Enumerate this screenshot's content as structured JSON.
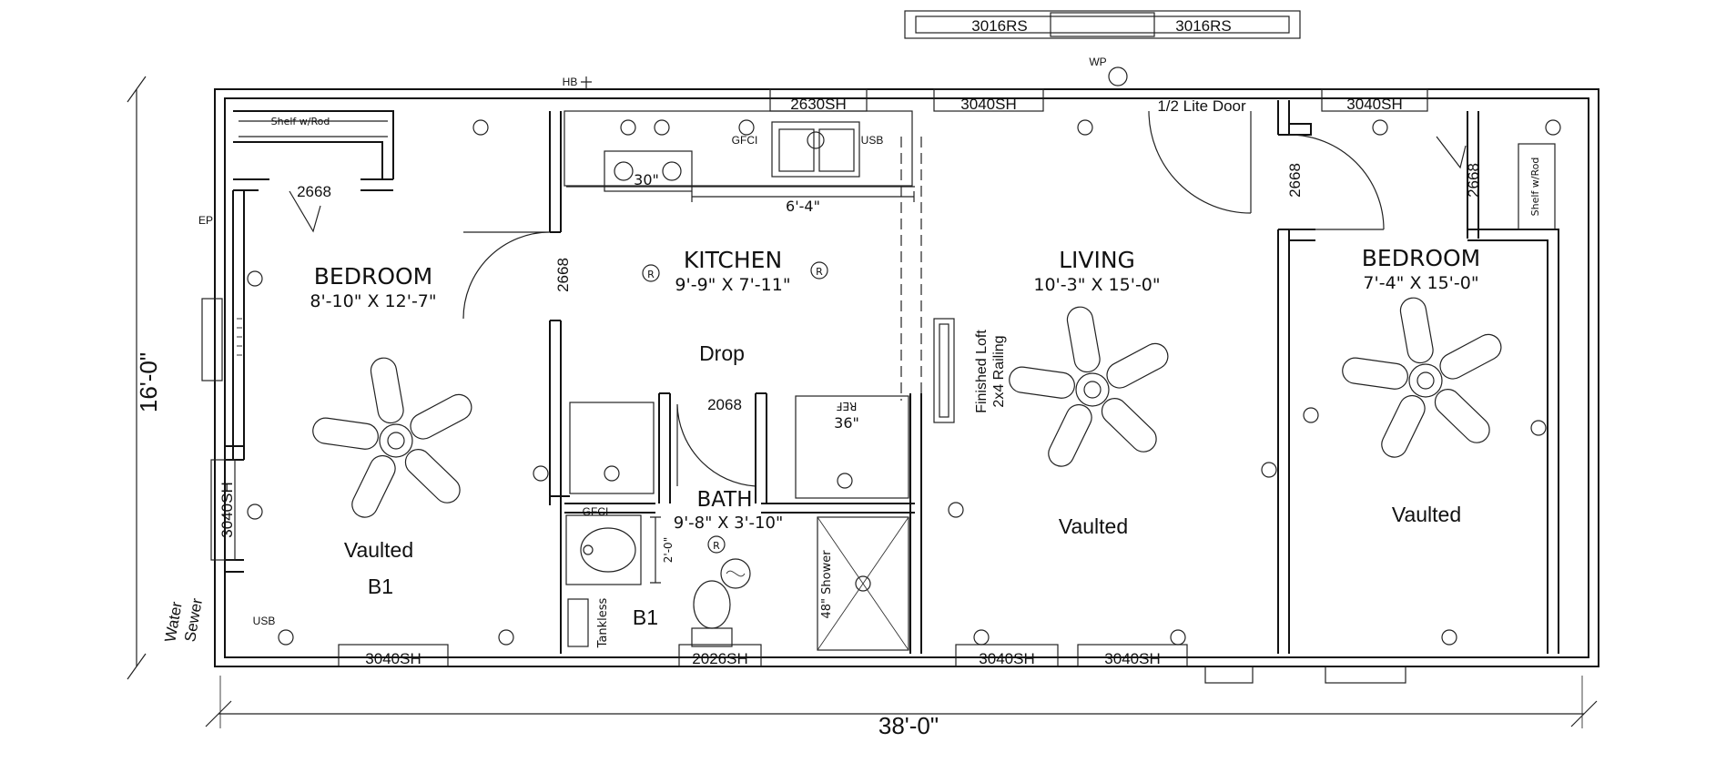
{
  "overall": {
    "width": "38'-0\"",
    "depth": "16'-0\""
  },
  "rooms": {
    "bedroom_left": {
      "name": "BEDROOM",
      "size": "8'-10\" X 12'-7\"",
      "ceiling": "Vaulted",
      "tag": "B1"
    },
    "kitchen": {
      "name": "KITCHEN",
      "size": "9'-9\" X 7'-11\"",
      "ceiling": "Drop"
    },
    "bath": {
      "name": "BATH",
      "size": "9'-8\" X 3'-10\"",
      "tag": "B1"
    },
    "living": {
      "name": "LIVING",
      "size": "10'-3\" X 15'-0\"",
      "ceiling": "Vaulted"
    },
    "bedroom_right": {
      "name": "BEDROOM",
      "size": "7'-4\" X 15'-0\"",
      "ceiling": "Vaulted"
    }
  },
  "windows": {
    "top_kitchen": "2630SH",
    "top_living": "3040SH",
    "top_right": "3040SH",
    "left_wall": "3040SH",
    "bottom_left": "3040SH",
    "bottom_bath": "2026SH",
    "bottom_living_1": "3040SH",
    "bottom_living_2": "3040SH",
    "legend_1": "3016RS",
    "legend_2": "3016RS"
  },
  "doors": {
    "front": "1/2 Lite Door",
    "bed_left_closet": "2668",
    "bed_left_entry": "2668",
    "bath_entry": "2068",
    "bed_right_entry": "2668",
    "bed_right_closet": "2668"
  },
  "fixtures": {
    "shelf_left": "Shelf w/Rod",
    "shelf_right": "Shelf w/Rod",
    "range": "30\"",
    "ref_label": "REF",
    "ref_size": "36\"",
    "counter": "6'-4\"",
    "shower": "48\" Shower",
    "tankless": "Tankless",
    "vanity_dim": "2'-0\"",
    "loft_line1": "Finished Loft",
    "loft_line2": "2x4 Railing"
  },
  "utilities": {
    "hb": "HB",
    "wp": "WP",
    "ep": "EP",
    "usb_kitchen": "USB",
    "usb_bed": "USB",
    "gfci_kitchen": "GFCI",
    "gfci_bath": "GFCI",
    "water": "Water",
    "sewer": "Sewer",
    "recessed": "R"
  }
}
